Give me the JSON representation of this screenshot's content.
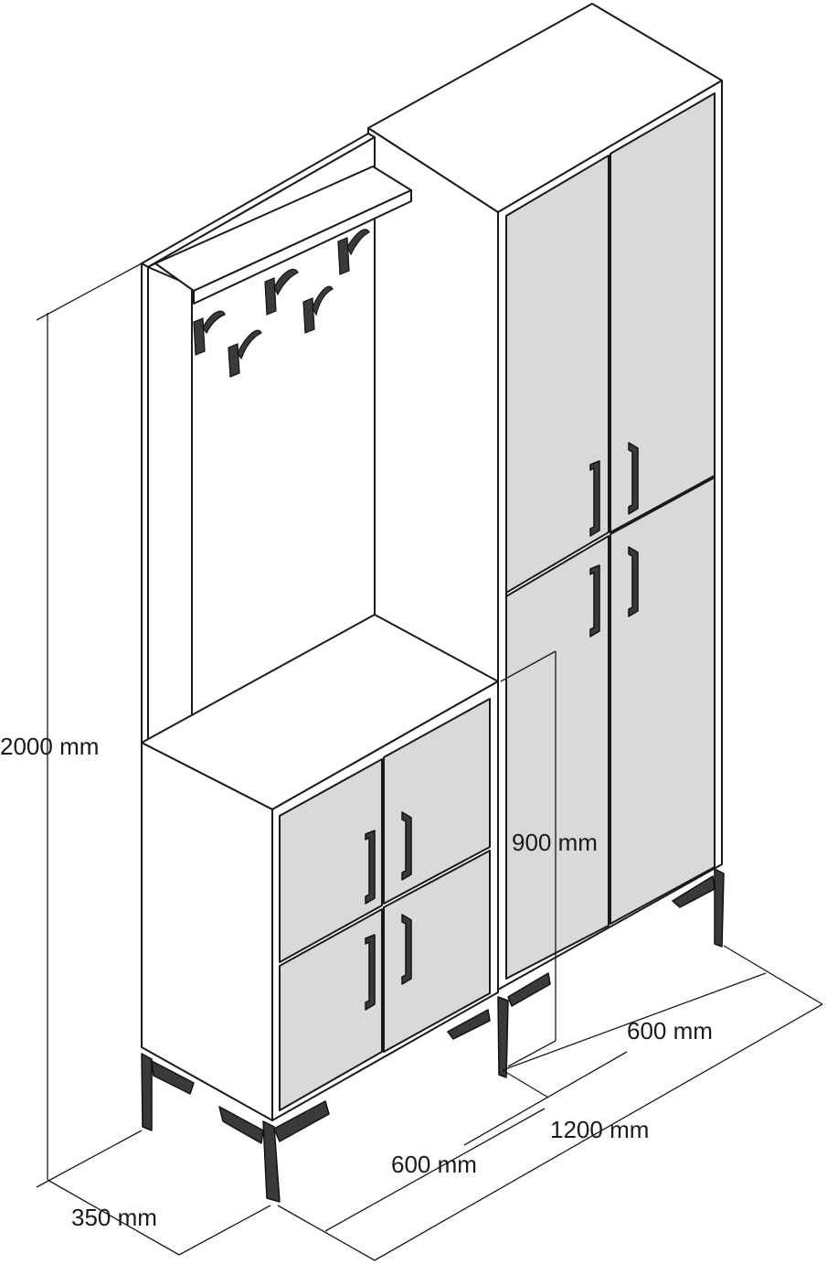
{
  "dimensions": {
    "height_total": "2000 mm",
    "depth": "350 mm",
    "width_left_unit": "600 mm",
    "width_right_unit": "600 mm",
    "width_total": "1200 mm",
    "height_lower_cabinet": "900 mm"
  },
  "colors": {
    "door_fill": "#d9d9d9",
    "handle_and_legs": "#3a3a3a",
    "outline": "#1a1a1a"
  }
}
